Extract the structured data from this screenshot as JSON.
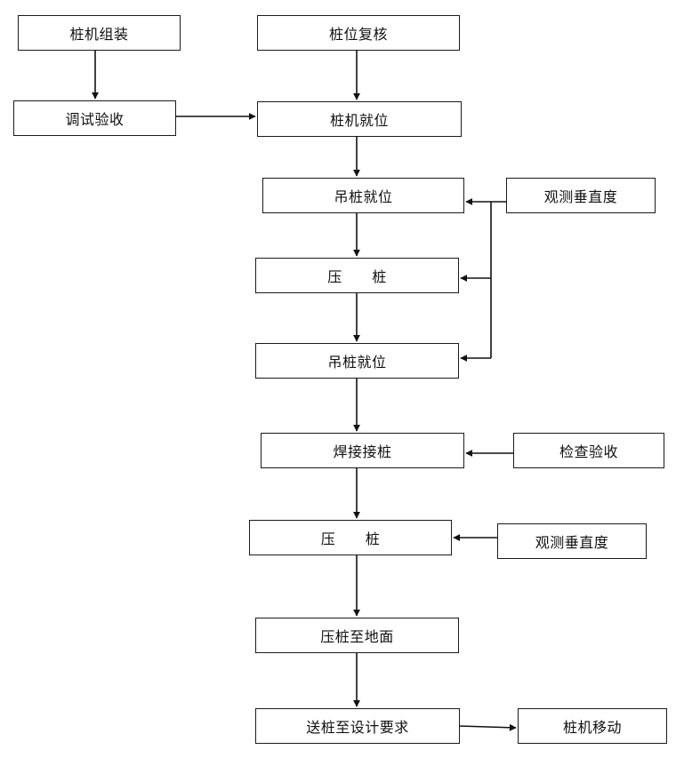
{
  "nodes": {
    "assemble": "桩机组装",
    "debug": "调试验收",
    "position_check": "桩位复核",
    "machine_in_place": "桩机就位",
    "lift_in_place_1": "吊桩就位",
    "press_pile_1": "压      桩",
    "lift_in_place_2": "吊桩就位",
    "weld_joint": "焊接接桩",
    "press_pile_2": "压      桩",
    "press_to_ground": "压桩至地面",
    "send_to_depth": "送桩至设计要求",
    "observe_verticality_1": "观测垂直度",
    "inspection": "检查验收",
    "observe_verticality_2": "观测垂直度",
    "machine_move": "桩机移动"
  }
}
